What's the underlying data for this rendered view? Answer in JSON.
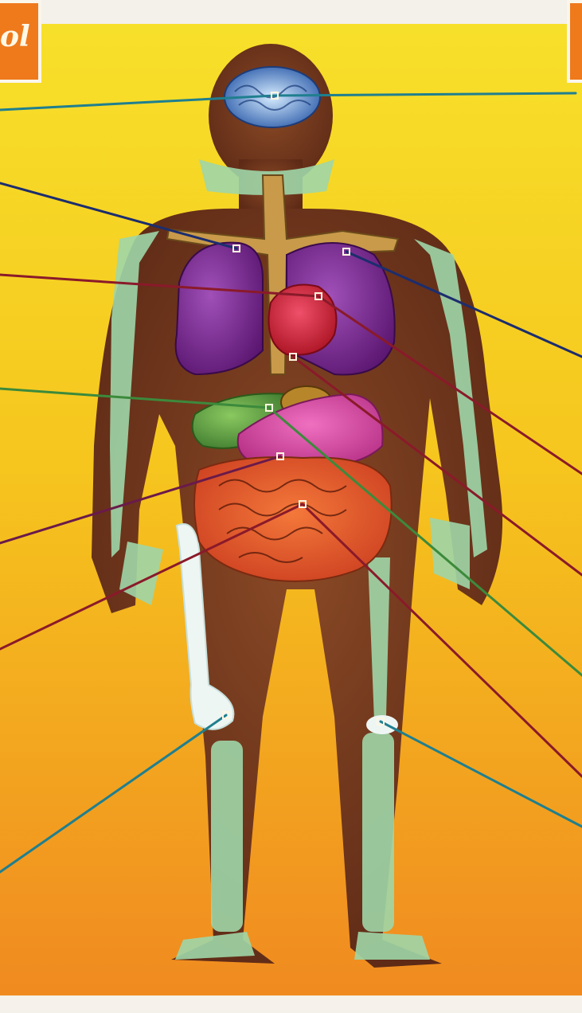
{
  "header": {
    "left_tab_text": "ol"
  },
  "colors": {
    "background_top": "#f7e02a",
    "background_bottom": "#f08a20",
    "tab_orange": "#ef7a1c",
    "body_brown": "#7a3a1e",
    "bone_green": "#9fd6a8",
    "lungs_purple": "#7a2a8a",
    "heart_red": "#d8283a",
    "liver_green": "#5aa040",
    "stomach_pink": "#d03a9a",
    "intestine_orange": "#e0502a",
    "brain_blue": "#4a8ad8",
    "leader_teal": "#1f7f8f",
    "leader_navy": "#1c2d6e",
    "leader_maroon": "#8a1a2a",
    "leader_green": "#3c8a3c",
    "leader_purple": "#6a1a4a"
  },
  "organs": [
    "brain",
    "trachea",
    "lungs",
    "heart",
    "liver",
    "stomach",
    "small-intestine",
    "large-intestine",
    "femur",
    "knee-joint"
  ],
  "leaders": [
    {
      "organ": "brain",
      "color": "teal"
    },
    {
      "organ": "brain",
      "color": "teal"
    },
    {
      "organ": "trachea",
      "color": "navy"
    },
    {
      "organ": "lungs",
      "color": "navy"
    },
    {
      "organ": "heart",
      "color": "maroon"
    },
    {
      "organ": "heart",
      "color": "maroon"
    },
    {
      "organ": "heart",
      "color": "maroon"
    },
    {
      "organ": "liver",
      "color": "green"
    },
    {
      "organ": "liver",
      "color": "green"
    },
    {
      "organ": "stomach",
      "color": "purple"
    },
    {
      "organ": "intestines",
      "color": "maroon"
    },
    {
      "organ": "intestines",
      "color": "maroon"
    },
    {
      "organ": "femur",
      "color": "teal"
    },
    {
      "organ": "knee",
      "color": "teal"
    }
  ]
}
